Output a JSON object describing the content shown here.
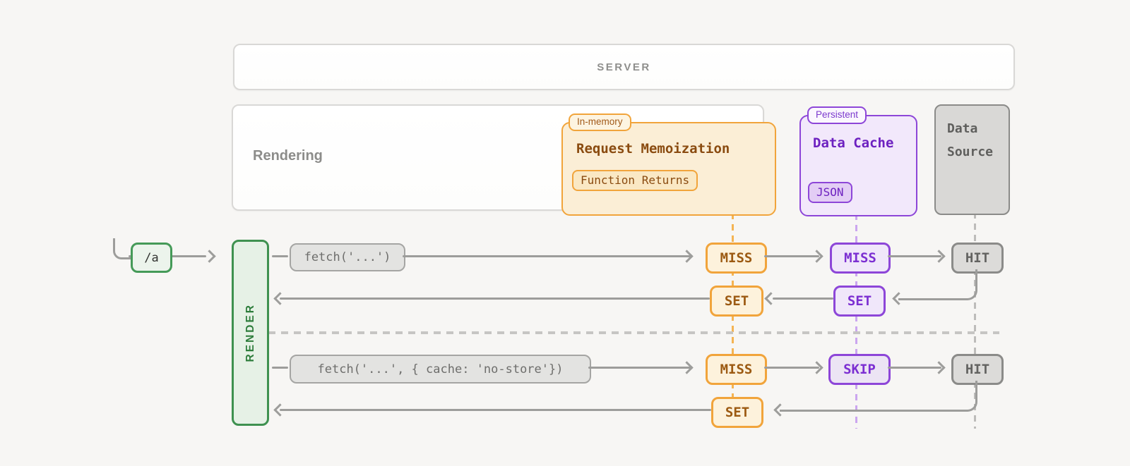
{
  "server": {
    "label": "SERVER"
  },
  "rendering": {
    "label": "Rendering"
  },
  "request_memoization": {
    "tab": "In-memory",
    "title": "Request Memoization",
    "badge": "Function Returns"
  },
  "data_cache": {
    "tab": "Persistent",
    "title": "Data Cache",
    "badge": "JSON"
  },
  "data_source": {
    "label": "Data Source"
  },
  "route_badge": {
    "label": "/a"
  },
  "render_bar": {
    "label": "RENDER"
  },
  "flow_row_1": {
    "request": "fetch('...')",
    "memo_status": "MISS",
    "cache_status": "MISS",
    "source_status": "HIT",
    "cache_set": "SET",
    "memo_set": "SET"
  },
  "flow_row_2": {
    "request": "fetch('...', { cache: 'no-store'})",
    "memo_status": "MISS",
    "cache_status": "SKIP",
    "source_status": "HIT",
    "memo_set": "SET"
  },
  "colors": {
    "accent_orange": "#f1a43b",
    "accent_purple": "#8d46d8",
    "accent_green": "#459a58",
    "accent_gray": "#8b8b89",
    "arrow_gray": "#9d9d9b",
    "background": "#f7f6f4"
  }
}
